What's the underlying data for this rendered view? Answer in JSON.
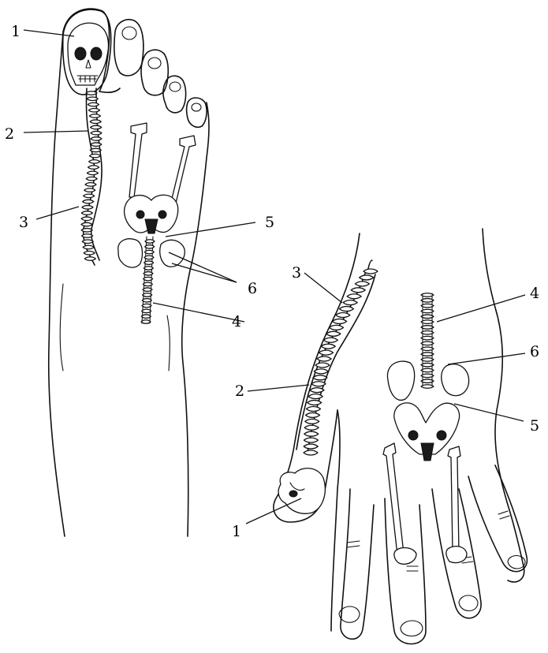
{
  "foot_panel": {
    "labels": {
      "head": "1",
      "cervical_spine": "2",
      "thoracic_lumbar_spine": "3",
      "spinal_cord": "4",
      "pelvis": "5",
      "kidneys": "6"
    }
  },
  "hand_panel": {
    "labels": {
      "head": "1",
      "cervical_spine": "2",
      "thoracic_lumbar_spine": "3",
      "spinal_cord": "4",
      "pelvis": "5",
      "kidneys": "6"
    }
  }
}
